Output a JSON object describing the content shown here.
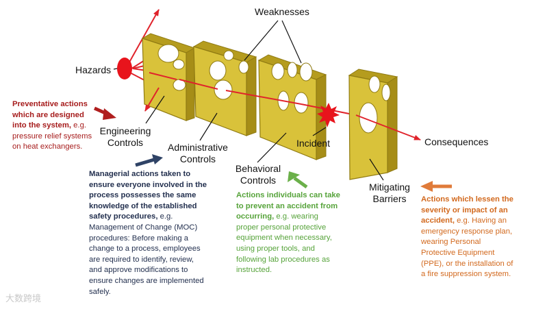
{
  "labels": {
    "weaknesses": "Weaknesses",
    "hazards": "Hazards",
    "engineering_1": "Engineering",
    "engineering_2": "Controls",
    "administrative_1": "Administrative",
    "administrative_2": "Controls",
    "behavioral_1": "Behavioral",
    "behavioral_2": "Controls",
    "incident": "Incident",
    "consequences": "Consequences",
    "mitigating_1": "Mitigating",
    "mitigating_2": "Barriers"
  },
  "notes": {
    "preventative": {
      "bold_lines": [
        "Preventative actions",
        "which are designed"
      ],
      "mixed_bold": "into the system,",
      "mixed_rest": " e.g.",
      "plain_lines": [
        "pressure relief systems",
        "on heat exchangers."
      ]
    },
    "managerial": {
      "bold_lines": [
        "Managerial actions taken to",
        "ensure everyone involved in the",
        "process possesses the same",
        "knowledge of the established"
      ],
      "mixed_bold": "safety procedures,",
      "mixed_rest": " e.g.",
      "plain_lines": [
        "Management of Change (MOC)",
        "procedures: Before making a",
        "change to a process, employees",
        "are required to identify, review,",
        "and approve modifications to",
        "ensure changes are implemented",
        "safely."
      ]
    },
    "individual": {
      "bold_lines": [
        "Actions individuals can take",
        "to prevent an accident from"
      ],
      "mixed_bold": "occurring,",
      "mixed_rest": " e.g. wearing",
      "plain_lines": [
        "proper personal protective",
        "equipment when necessary,",
        "using proper tools, and",
        "following lab procedures as",
        "instructed."
      ]
    },
    "lessen": {
      "bold_lines": [
        "Actions which lessen the",
        "severity or impact of an"
      ],
      "mixed_bold": "accident,",
      "mixed_rest": " e.g. Having an",
      "plain_lines": [
        "emergency response plan,",
        "wearing Personal",
        "Protective Equipment",
        "(PPE), or the installation of",
        "a fire suppression system."
      ]
    }
  },
  "watermark": "大数跨境",
  "colors": {
    "slice_fill": "#d9c23a",
    "slice_edge": "#8f7a12",
    "hazard": "#e8141c",
    "arrow": "#e0232b",
    "preventative_arrow": "#b01e1e",
    "managerial_arrow": "#2f4366",
    "individual_arrow": "#6bb04a",
    "lessen_arrow": "#e07b3a"
  }
}
